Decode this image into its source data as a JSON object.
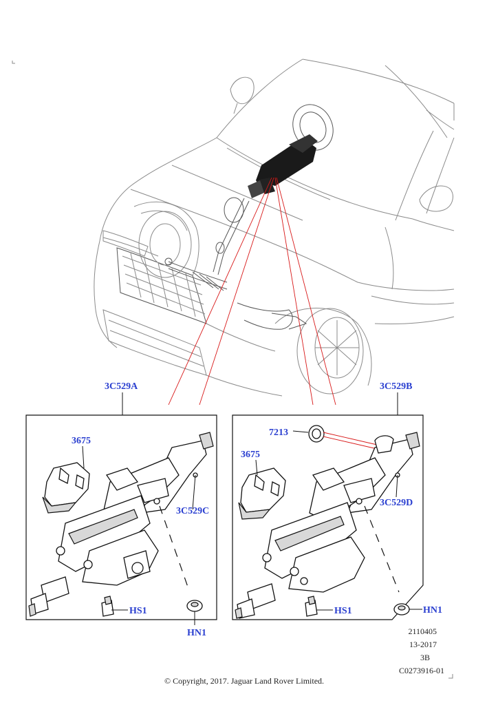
{
  "labels": {
    "assembly_left": "3C529A",
    "assembly_right": "3C529B",
    "switch_left": "3675",
    "switch_right": "3675",
    "bracket_left": "3C529C",
    "bracket_right": "3C529D",
    "cover": "7213",
    "bolt_left": "HS1",
    "bolt_right": "HS1",
    "nut_left": "HN1",
    "nut_right": "HN1"
  },
  "info": {
    "line1": "2110405",
    "line2": "13-2017",
    "line3": "3B",
    "line4": "C0273916-01"
  },
  "copyright": "© Copyright, 2017. Jaguar Land Rover Limited.",
  "colors": {
    "label_blue": "#2a3fd0",
    "pointer_red": "#d81818"
  }
}
